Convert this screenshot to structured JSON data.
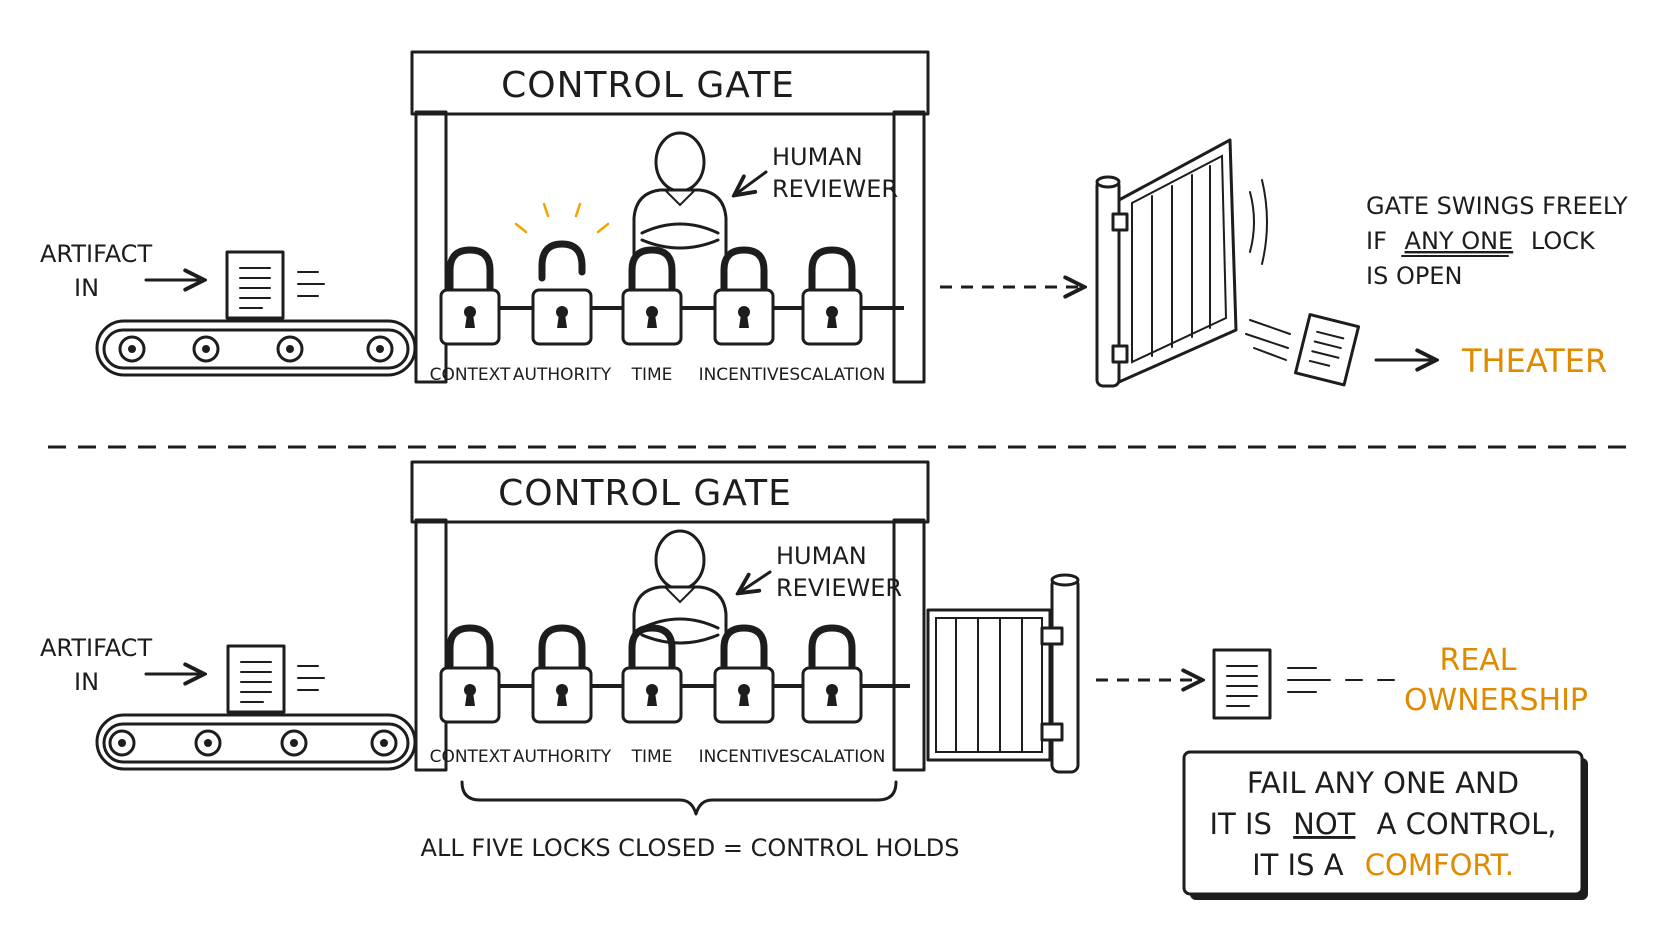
{
  "colors": {
    "ink": "#1d1d1d",
    "accent": "#e08a00",
    "spark": "#f2a500"
  },
  "top": {
    "gate_title": "Control Gate",
    "reviewer": [
      "Human",
      "Reviewer"
    ],
    "input": [
      "Artifact",
      "In"
    ],
    "locks": [
      {
        "label": "Context",
        "open": false
      },
      {
        "label": "Authority",
        "open": true
      },
      {
        "label": "Time",
        "open": false
      },
      {
        "label": "Incentive",
        "open": false
      },
      {
        "label": "Escalation",
        "open": false
      }
    ],
    "note": {
      "line1": "Gate swings freely",
      "line2_pre": "if",
      "line2_u": "any one",
      "line2_post": "lock",
      "line3": "is open"
    },
    "outcome": "Theater"
  },
  "bottom": {
    "gate_title": "Control Gate",
    "reviewer": [
      "Human",
      "Reviewer"
    ],
    "input": [
      "Artifact",
      "In"
    ],
    "locks": [
      {
        "label": "Context",
        "open": false
      },
      {
        "label": "Authority",
        "open": false
      },
      {
        "label": "Time",
        "open": false
      },
      {
        "label": "Incentive",
        "open": false
      },
      {
        "label": "Escalation",
        "open": false
      }
    ],
    "brace_caption": "All five locks closed = control holds",
    "outcome": [
      "Real",
      "Ownership"
    ],
    "conclusion": {
      "line1": "Fail any one and",
      "line2_pre": "it is",
      "line2_u": "not",
      "line2_post": "a control,",
      "line3_pre": "it is a",
      "line3_accent": "comfort."
    }
  }
}
